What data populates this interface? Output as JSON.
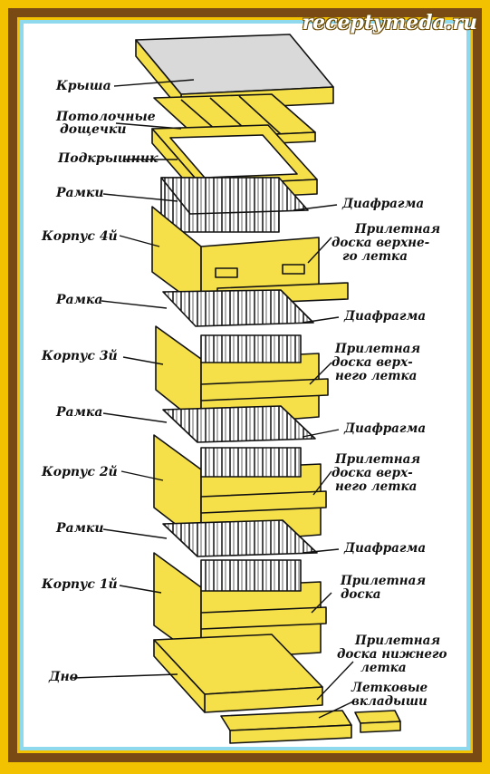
{
  "watermark": "receptymeda.ru",
  "colors": {
    "wood": "#f5e04a",
    "frame_bg": "#f2c200",
    "border": "#7a4a14",
    "panel": "#ffffff",
    "outline": "#111111"
  },
  "labels_left": {
    "roof": "Крыша",
    "ceiling_boards_1": "Потолочные",
    "ceiling_boards_2": "дощечки",
    "under_roof": "Подкрышник",
    "frames_top": "Рамки",
    "body4": "Корпус 4й",
    "frame_3": "Рамка",
    "body3": "Корпус 3й",
    "frame_2": "Рамка",
    "body2": "Корпус 2й",
    "frames_bottom": "Рамки",
    "body1": "Корпус 1й",
    "bottom": "Дно"
  },
  "labels_right": {
    "diaphragm_4": "Диафрагма",
    "landing4_1": "Прилетная",
    "landing4_2": "доска верхне-",
    "landing4_3": "го летка",
    "diaphragm_3": "Диафрагма",
    "landing3_1": "Прилетная",
    "landing3_2": "доска верх-",
    "landing3_3": "него летка",
    "diaphragm_2": "Диафрагма",
    "landing2_1": "Прилетная",
    "landing2_2": "доска верх-",
    "landing2_3": "него летка",
    "diaphragm_1": "Диафрагма",
    "landing1_1": "Прилетная",
    "landing1_2": "доска",
    "landing_low_1": "Прилетная",
    "landing_low_2": "доска нижнего",
    "landing_low_3": "летка",
    "inserts_1": "Летковые",
    "inserts_2": "вкладыши"
  }
}
